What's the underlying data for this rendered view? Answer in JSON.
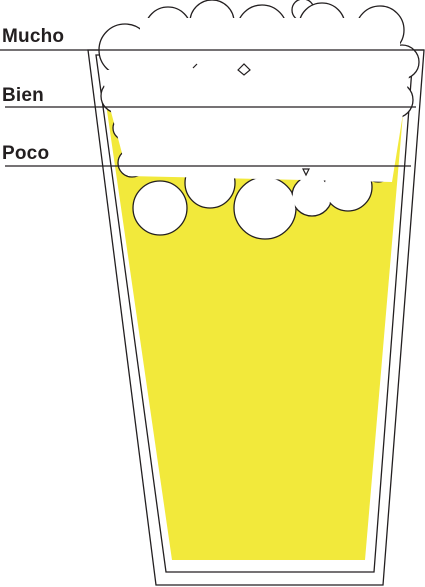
{
  "levels": [
    {
      "label": "Mucho"
    },
    {
      "label": "Bien"
    },
    {
      "label": "Poco"
    }
  ],
  "colors": {
    "beer": "#f2e93b",
    "foam": "#ffffff",
    "outline": "#231f20",
    "background": "#ffffff"
  }
}
